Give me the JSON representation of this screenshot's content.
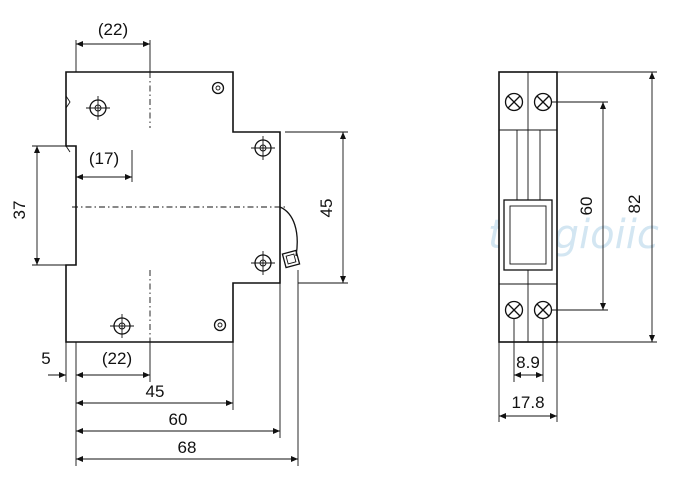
{
  "watermark": "thegioiic",
  "side_view": {
    "dimensions": {
      "top_width": "(22)",
      "left_offset": "(17)",
      "rail_height": "37",
      "body_height": "45",
      "rail_offset": "5",
      "bottom_width": "(22)",
      "depth_45": "45",
      "depth_60": "60",
      "depth_68": "68"
    }
  },
  "front_view": {
    "dimensions": {
      "terminal_pitch": "60",
      "total_height": "82",
      "pole_width": "8.9",
      "module_width": "17.8"
    }
  }
}
